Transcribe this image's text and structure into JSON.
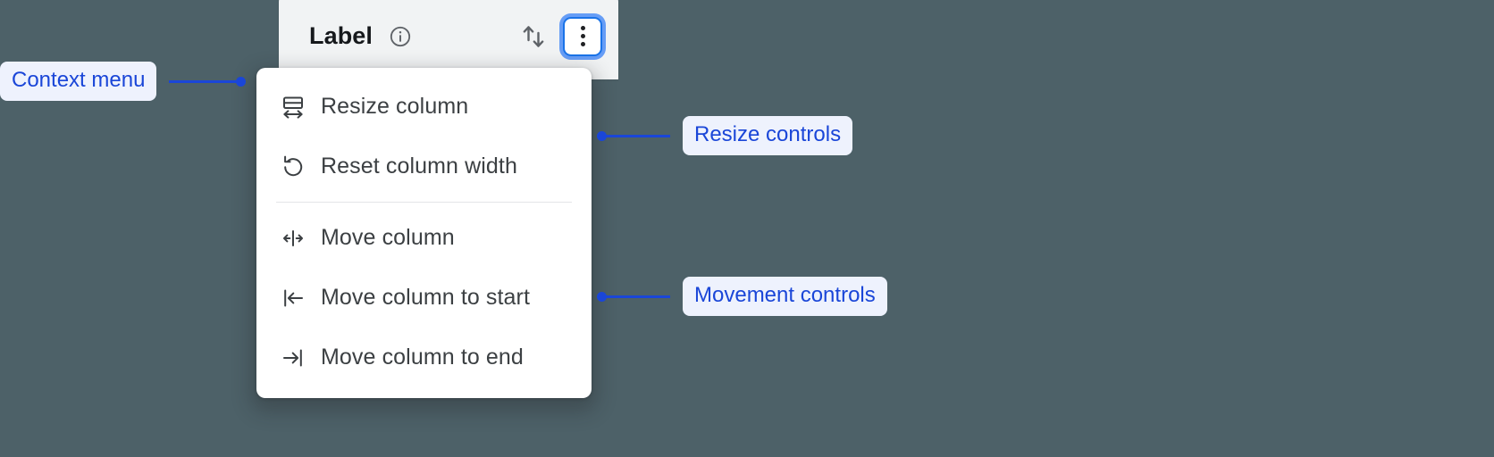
{
  "background_color": "#4d6168",
  "accent_color": "#1a46d8",
  "focus_ring_color": "#1a73e8",
  "column_header": {
    "label": "Label",
    "info_icon": "info-circle-icon",
    "sort_icon": "sort-updown-icon",
    "menu_button_icon": "kebab-more-vertical-icon",
    "header_background": "#f1f3f4"
  },
  "context_menu": {
    "groups": [
      {
        "name": "resize",
        "items": [
          {
            "icon": "resize-column-icon",
            "label": "Resize column"
          },
          {
            "icon": "reset-width-icon",
            "label": "Reset column width"
          }
        ]
      },
      {
        "name": "movement",
        "items": [
          {
            "icon": "move-column-icon",
            "label": "Move column"
          },
          {
            "icon": "move-to-start-icon",
            "label": "Move column to start"
          },
          {
            "icon": "move-to-end-icon",
            "label": "Move column to end"
          }
        ]
      }
    ]
  },
  "annotations": [
    {
      "id": "context-menu",
      "label": "Context menu",
      "side": "left"
    },
    {
      "id": "resize-controls",
      "label": "Resize controls",
      "side": "right"
    },
    {
      "id": "movement-controls",
      "label": "Movement controls",
      "side": "right"
    }
  ]
}
